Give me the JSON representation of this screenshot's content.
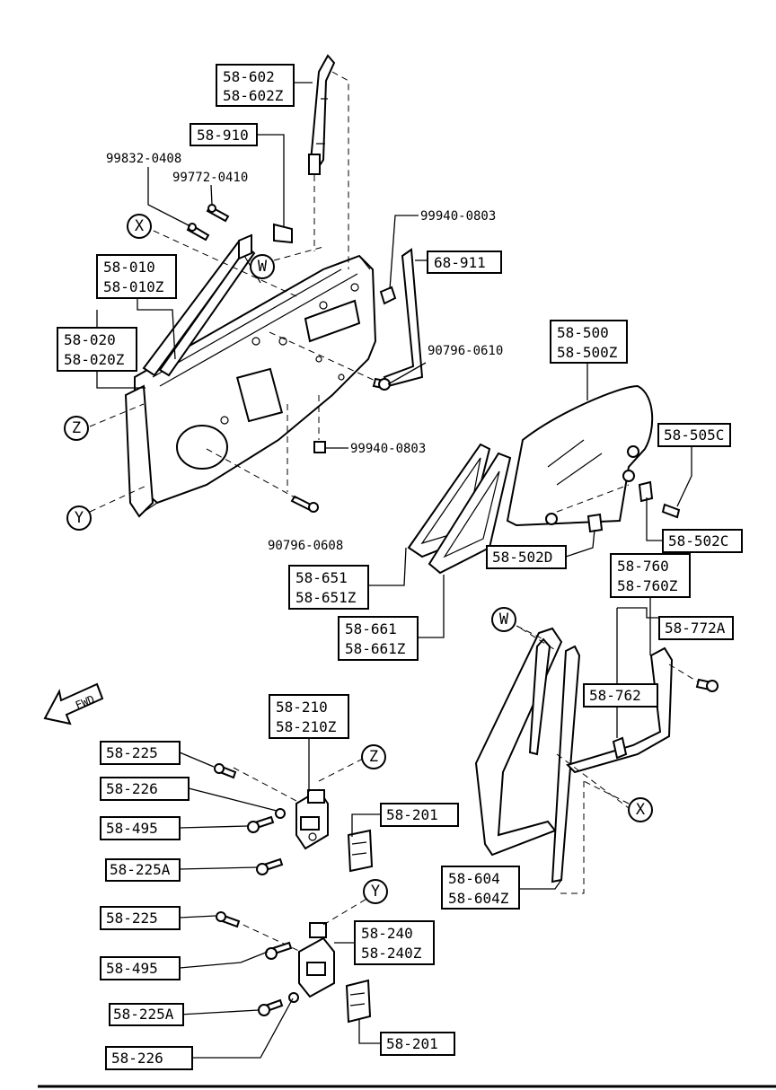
{
  "boxed_labels": [
    {
      "id": "b1",
      "lines": [
        "58-602",
        "58-602Z"
      ]
    },
    {
      "id": "b2",
      "lines": [
        "58-910"
      ]
    },
    {
      "id": "b3",
      "lines": [
        "68-911"
      ]
    },
    {
      "id": "b4",
      "lines": [
        "58-010",
        "58-010Z"
      ]
    },
    {
      "id": "b5",
      "lines": [
        "58-020",
        "58-020Z"
      ]
    },
    {
      "id": "b6",
      "lines": [
        "58-500",
        "58-500Z"
      ]
    },
    {
      "id": "b7",
      "lines": [
        "58-505C"
      ]
    },
    {
      "id": "b8",
      "lines": [
        "58-502C"
      ]
    },
    {
      "id": "b9",
      "lines": [
        "58-502D"
      ]
    },
    {
      "id": "b10",
      "lines": [
        "58-651",
        "58-651Z"
      ]
    },
    {
      "id": "b11",
      "lines": [
        "58-661",
        "58-661Z"
      ]
    },
    {
      "id": "b12",
      "lines": [
        "58-760",
        "58-760Z"
      ]
    },
    {
      "id": "b13",
      "lines": [
        "58-772A"
      ]
    },
    {
      "id": "b14",
      "lines": [
        "58-762"
      ]
    },
    {
      "id": "b15",
      "lines": [
        "58-210",
        "58-210Z"
      ]
    },
    {
      "id": "b16",
      "lines": [
        "58-225"
      ]
    },
    {
      "id": "b17",
      "lines": [
        "58-226"
      ]
    },
    {
      "id": "b18",
      "lines": [
        "58-495"
      ]
    },
    {
      "id": "b19",
      "lines": [
        "58-201"
      ]
    },
    {
      "id": "b20",
      "lines": [
        "58-225A"
      ]
    },
    {
      "id": "b21",
      "lines": [
        "58-604",
        "58-604Z"
      ]
    },
    {
      "id": "b22",
      "lines": [
        "58-225"
      ]
    },
    {
      "id": "b23",
      "lines": [
        "58-240",
        "58-240Z"
      ]
    },
    {
      "id": "b24",
      "lines": [
        "58-495"
      ]
    },
    {
      "id": "b25",
      "lines": [
        "58-225A"
      ]
    },
    {
      "id": "b26",
      "lines": [
        "58-226"
      ]
    },
    {
      "id": "b27",
      "lines": [
        "58-201"
      ]
    }
  ],
  "plain_labels": [
    {
      "id": "p1",
      "text": "99832-0408"
    },
    {
      "id": "p2",
      "text": "99772-0410"
    },
    {
      "id": "p3",
      "text": "99940-0803"
    },
    {
      "id": "p4",
      "text": "90796-0610"
    },
    {
      "id": "p5",
      "text": "99940-0803"
    },
    {
      "id": "p6",
      "text": "90796-0608"
    }
  ],
  "reference_circles": [
    "X",
    "W",
    "Z",
    "Y",
    "W",
    "Z",
    "Y",
    "X"
  ],
  "direction_arrow": "FWD"
}
